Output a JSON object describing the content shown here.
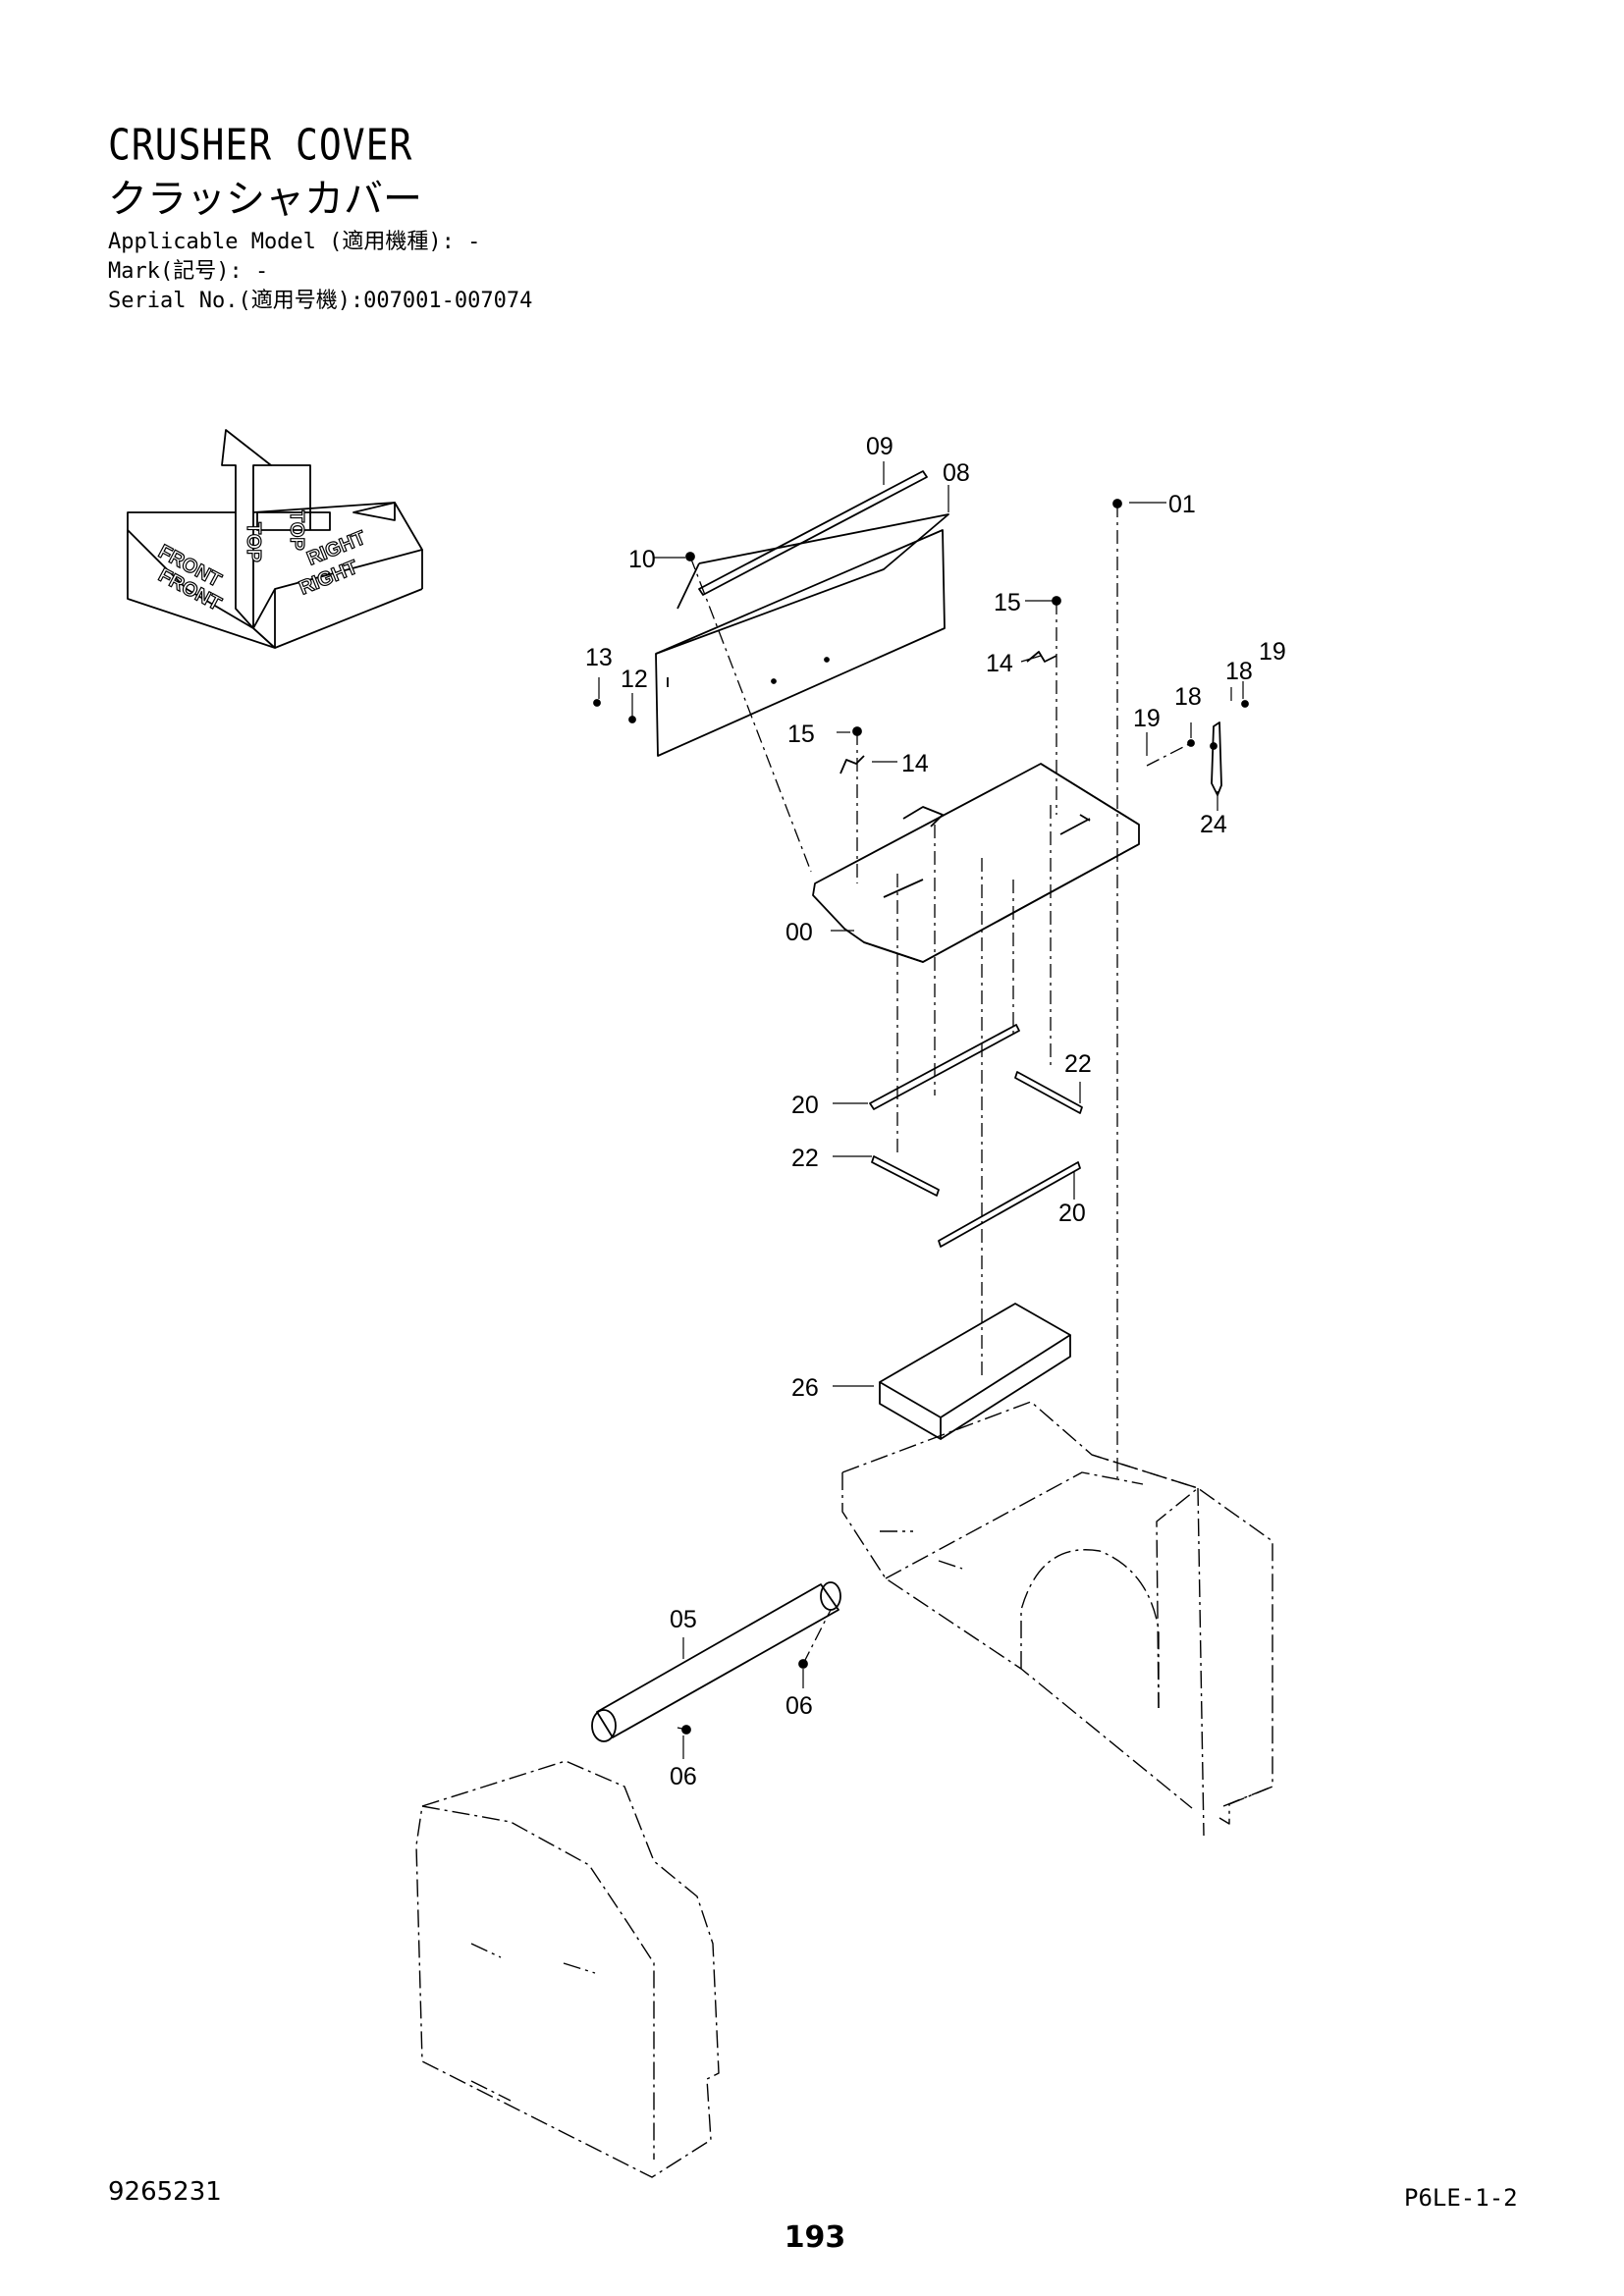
{
  "header": {
    "title": "CRUSHER COVER",
    "title_jp": "クラッシャカバー",
    "applicable_model": "Applicable Model (適用機種): -",
    "mark": "Mark(記号): -",
    "serial_no": "Serial No.(適用号機):007001-007074"
  },
  "orientation": {
    "top": "TOP",
    "front": "FRONT",
    "right": "RIGHT"
  },
  "callouts": [
    {
      "id": "c09",
      "text": "09"
    },
    {
      "id": "c08",
      "text": "08"
    },
    {
      "id": "c01",
      "text": "01"
    },
    {
      "id": "c10",
      "text": "10"
    },
    {
      "id": "c15a",
      "text": "15"
    },
    {
      "id": "c14a",
      "text": "14"
    },
    {
      "id": "c13",
      "text": "13"
    },
    {
      "id": "c12",
      "text": "12"
    },
    {
      "id": "c19a",
      "text": "19"
    },
    {
      "id": "c18a",
      "text": "18"
    },
    {
      "id": "c19b",
      "text": "19"
    },
    {
      "id": "c18b",
      "text": "18"
    },
    {
      "id": "c15b",
      "text": "15"
    },
    {
      "id": "c14b",
      "text": "14"
    },
    {
      "id": "c24",
      "text": "24"
    },
    {
      "id": "c00",
      "text": "00"
    },
    {
      "id": "c22a",
      "text": "22"
    },
    {
      "id": "c20a",
      "text": "20"
    },
    {
      "id": "c22b",
      "text": "22"
    },
    {
      "id": "c20b",
      "text": "20"
    },
    {
      "id": "c26",
      "text": "26"
    },
    {
      "id": "c05",
      "text": "05"
    },
    {
      "id": "c06a",
      "text": "06"
    },
    {
      "id": "c06b",
      "text": "06"
    }
  ],
  "footer": {
    "doc_number": "9265231",
    "section_ref": "P6LE-1-2",
    "page_number": "193"
  }
}
